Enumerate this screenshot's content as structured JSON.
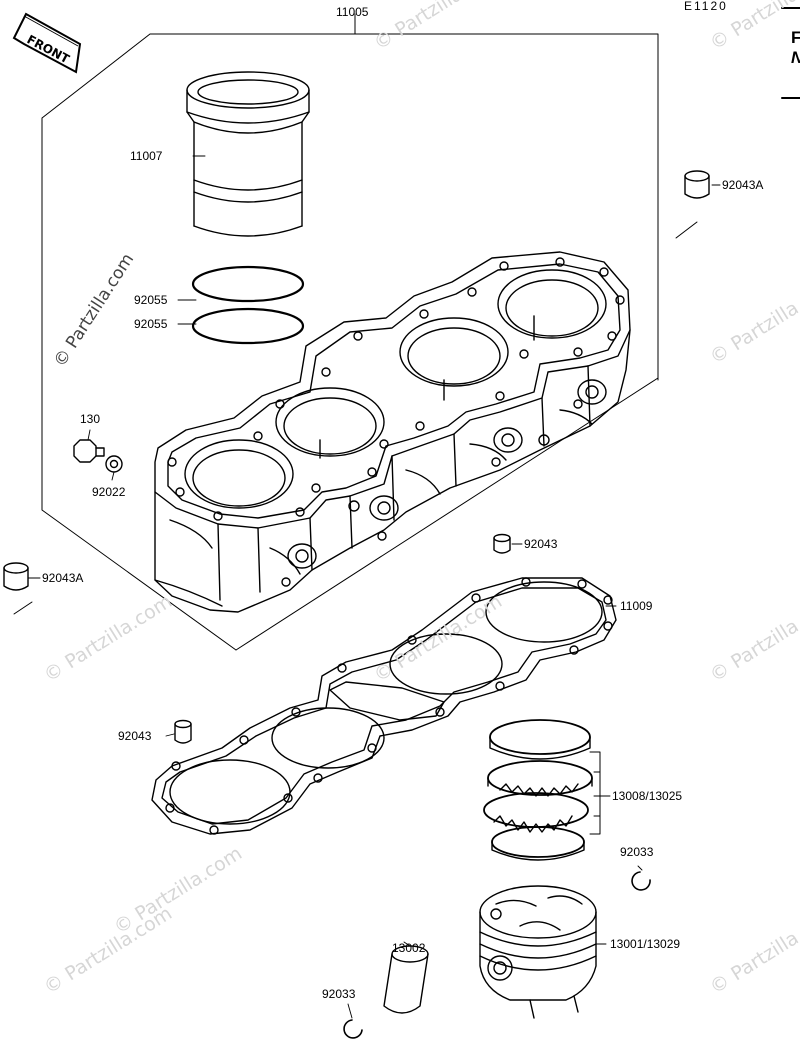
{
  "header": {
    "code": "E1120",
    "edge_letter_1": "F",
    "edge_letter_2": "N"
  },
  "front_sign": "FRONT",
  "watermark": "© Partzilla.com",
  "parts": [
    {
      "id": "p11005",
      "number": "11005"
    },
    {
      "id": "p11007",
      "number": "11007"
    },
    {
      "id": "p92043A-top",
      "number": "92043A"
    },
    {
      "id": "p92055-a",
      "number": "92055"
    },
    {
      "id": "p92055-b",
      "number": "92055"
    },
    {
      "id": "p130",
      "number": "130"
    },
    {
      "id": "p92022",
      "number": "92022"
    },
    {
      "id": "p92043A-left",
      "number": "92043A"
    },
    {
      "id": "p92043-mid",
      "number": "92043"
    },
    {
      "id": "p11009",
      "number": "11009"
    },
    {
      "id": "p92043-low",
      "number": "92043"
    },
    {
      "id": "p13008",
      "number": "13008/13025"
    },
    {
      "id": "p92033-right",
      "number": "92033"
    },
    {
      "id": "p13002",
      "number": "13002"
    },
    {
      "id": "p13001",
      "number": "13001/13029"
    },
    {
      "id": "p92033-left",
      "number": "92033"
    }
  ]
}
